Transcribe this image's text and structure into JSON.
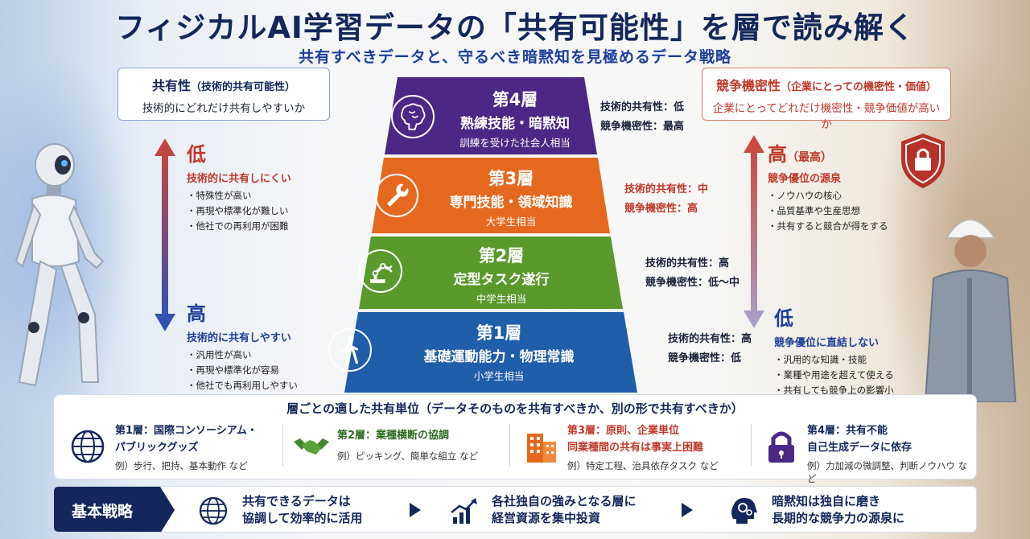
{
  "title": "フィジカルAI学習データの「共有可能性」を層で読み解く",
  "subtitle": "共有すべきデータと、守るべき暗黙知を見極めるデータ戦略",
  "left_box": {
    "title": "共有性",
    "title_note": "（技術的共有可能性）",
    "desc": "技術的にどれだけ共有しやすいか"
  },
  "right_box": {
    "title": "競争機密性",
    "title_note": "（企業にとっての機密性・価値）",
    "desc": "企業にとってどれだけ機密性・競争価値が高いか"
  },
  "left_top": {
    "level": "低",
    "head": "技術的に共有しにくい",
    "items": [
      "特殊性が高い",
      "再現や標準化が難しい",
      "他社での再利用が困難"
    ]
  },
  "left_bottom": {
    "level": "高",
    "head": "技術的に共有しやすい",
    "items": [
      "汎用性が高い",
      "再現や標準化が容易",
      "他社でも再利用しやすい"
    ]
  },
  "right_top": {
    "level": "高",
    "level_note": "（最高）",
    "head": "競争優位の源泉",
    "items": [
      "ノウハウの核心",
      "品質基準や生産思想",
      "共有すると競合が得をする"
    ]
  },
  "right_bottom": {
    "level": "低",
    "head": "競争優位に直結しない",
    "items": [
      "汎用的な知識・技能",
      "業種や用途を超えて使える",
      "共有しても競争上の影響小"
    ]
  },
  "layers": [
    {
      "num": "第4層",
      "name": "熟練技能・暗黙知",
      "sub": "訓練を受けた社会人相当",
      "share": "技術的共有性：低",
      "secret": "競争機密性：最高",
      "color": "#4b2885",
      "icon": "brain-icon"
    },
    {
      "num": "第3層",
      "name": "専門技能・領域知識",
      "sub": "大学生相当",
      "share": "技術的共有性：中",
      "secret": "競争機密性：高",
      "color": "#e4691f",
      "icon": "wrench-icon"
    },
    {
      "num": "第2層",
      "name": "定型タスク遂行",
      "sub": "中学生相当",
      "share": "技術的共有性：高",
      "secret": "競争機密性：低〜中",
      "color": "#5a9a2c",
      "icon": "robot-arm-icon"
    },
    {
      "num": "第1層",
      "name": "基礎運動能力・物理常識",
      "sub": "小学生相当",
      "share": "技術的共有性：高",
      "secret": "競争機密性：低",
      "color": "#1f5ea8",
      "icon": "walking-person-icon"
    }
  ],
  "units": {
    "title": "層ごとの適した共有単位（データそのものを共有すべきか、別の形で共有すべきか）",
    "items": [
      {
        "line1": "第1層：国際コンソーシアム・",
        "line2": "パブリックグッズ",
        "example": "例）歩行、把持、基本動作 など",
        "icon": "globe-icon"
      },
      {
        "line1": "第2層：業種横断の協調",
        "line2": "",
        "example": "例）ピッキング、簡単な組立 など",
        "icon": "handshake-icon"
      },
      {
        "line1": "第3層：原則、企業単位",
        "line2": "同業種間の共有は事実上困難",
        "example": "例）特定工程、治具依存タスク など",
        "icon": "building-icon"
      },
      {
        "line1": "第4層：共有不能",
        "line2": "自己生成データに依存",
        "example": "例）力加減の微調整、判断ノウハウ など",
        "icon": "padlock-icon"
      }
    ]
  },
  "strategy": {
    "label": "基本戦略",
    "items": [
      {
        "line1": "共有できるデータは",
        "line2": "協調して効率的に活用",
        "icon": "globe-icon"
      },
      {
        "line1": "各社独自の強みとなる層に",
        "line2": "経営資源を集中投資",
        "icon": "growth-chart-icon"
      },
      {
        "line1": "暗黙知は独自に磨き",
        "line2": "長期的な競争力の源泉に",
        "icon": "head-gears-icon"
      }
    ]
  },
  "colors": {
    "navy": "#13275a",
    "red": "#c0392b",
    "blue": "#1f3f9a",
    "purple": "#4b2885",
    "orange": "#e4691f",
    "green": "#5a9a2c",
    "layer1_blue": "#1f5ea8"
  }
}
